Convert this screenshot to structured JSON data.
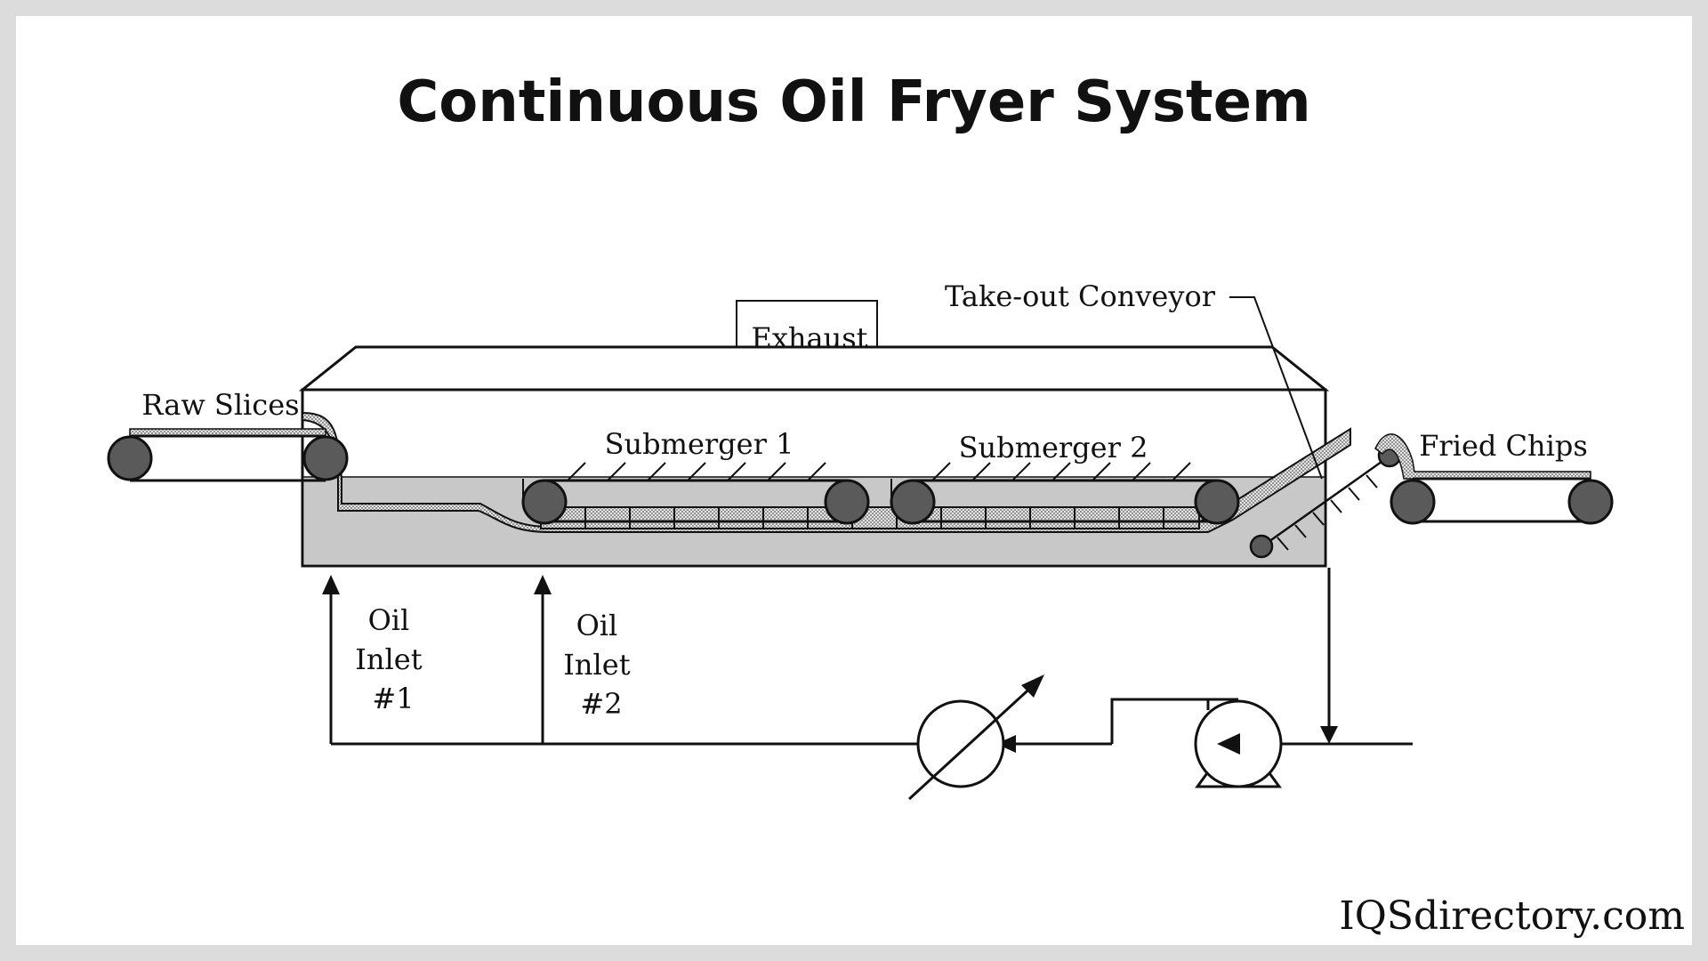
{
  "diagram": {
    "title": "Continuous Oil Fryer System",
    "labels": {
      "exhaust": "Exhaust",
      "raw_slices": "Raw Slices",
      "submerger_1": "Submerger 1",
      "submerger_2": "Submerger 2",
      "take_out_conveyor": "Take-out Conveyor",
      "fried_chips": "Fried Chips",
      "oil_inlet_1": [
        "Oil",
        "Inlet",
        "#1"
      ],
      "oil_inlet_2": [
        "Oil",
        "Inlet",
        "#2"
      ]
    },
    "watermark": "IQSdirectory.com",
    "colors": {
      "background": "#ffffff",
      "frame": "#dcdcdc",
      "oil": "#c8c8c8",
      "roller": "#5a5a5a",
      "line": "#111111"
    },
    "icons": [
      "heat-exchanger-icon",
      "pump-icon"
    ]
  }
}
